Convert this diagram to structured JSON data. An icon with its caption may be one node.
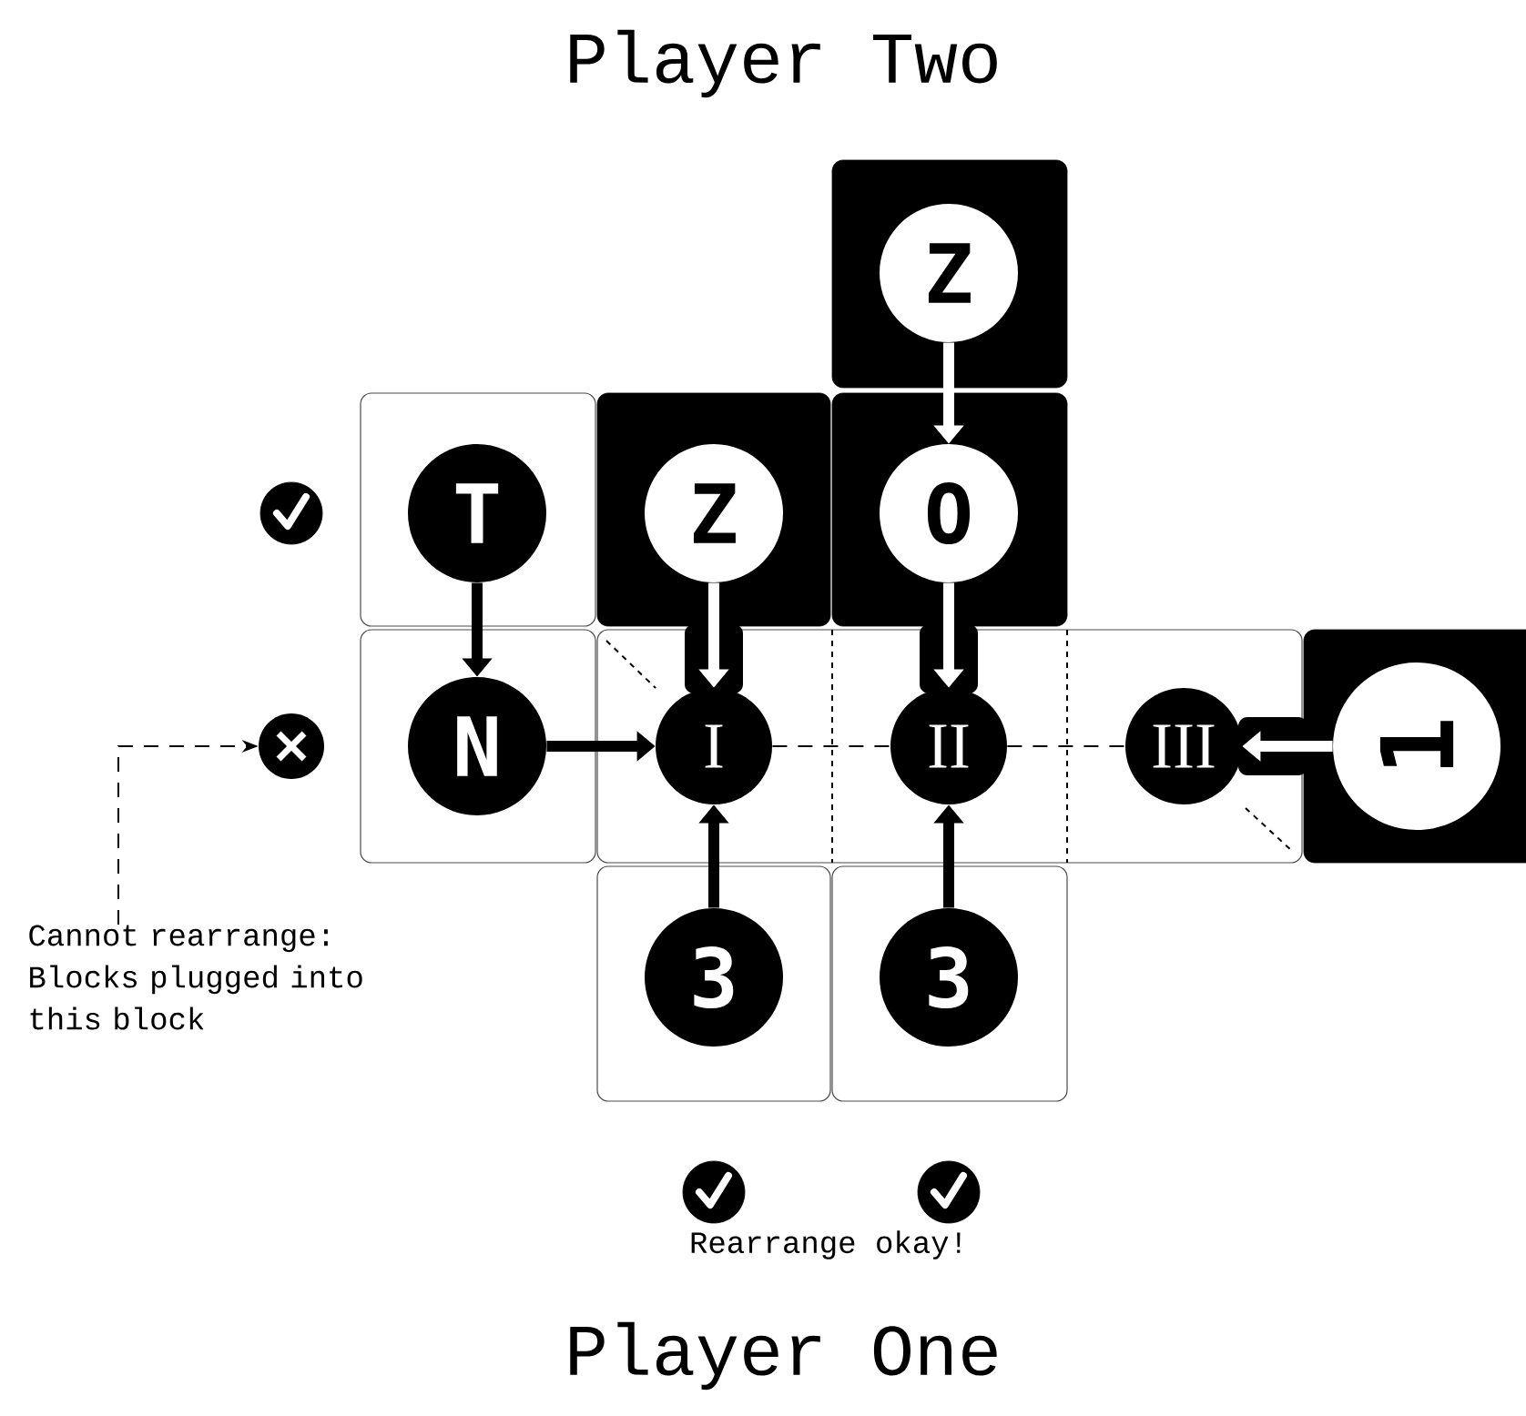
{
  "diagram": {
    "nodes": [
      {
        "text": [
          "Z"
        ]
      },
      {
        "text": [
          "T"
        ]
      },
      {
        "text": [
          "Z"
        ]
      },
      {
        "text": [
          "O"
        ]
      },
      {
        "text": [],
        "shape": "circle"
      },
      {
        "text": [
          "N"
        ]
      },
      {
        "text": [
          "I"
        ]
      },
      {
        "text": [
          "II"
        ]
      },
      {
        "text": [
          "III"
        ]
      },
      {
        "text": [
          "1"
        ]
      },
      {
        "text": [
          "3"
        ]
      },
      {
        "text": [
          "3"
        ]
      },
      {
        "text": [
          "Cannot rearrange: Blocks plugged into this block"
        ]
      }
    ],
    "edges": [
      {
        "from": 0,
        "to": 3,
        "arrow": "to",
        "color": "#ffffff"
      },
      {
        "from": 1,
        "to": 5,
        "arrow": "to"
      },
      {
        "from": 2,
        "to": 6,
        "arrow": "to",
        "color": "#ffffff"
      },
      {
        "from": 3,
        "to": 7,
        "arrow": "to",
        "color": "#ffffff"
      },
      {
        "from": 5,
        "to": 6,
        "arrow": "to"
      },
      {
        "from": 6,
        "to": 7,
        "arrow": "none",
        "style": "dashed"
      },
      {
        "from": 7,
        "to": 8,
        "arrow": "none",
        "style": "dashed"
      },
      {
        "from": 9,
        "to": 8,
        "arrow": "to",
        "color": "#ffffff"
      },
      {
        "from": 10,
        "to": 6,
        "arrow": "to"
      },
      {
        "from": 11,
        "to": 7,
        "arrow": "to"
      },
      {
        "from": 12,
        "to": 4,
        "arrow": "to",
        "style": "dashed"
      }
    ],
    "labels": [
      "Player Two",
      "Rearrange okay!",
      "Player One"
    ]
  }
}
